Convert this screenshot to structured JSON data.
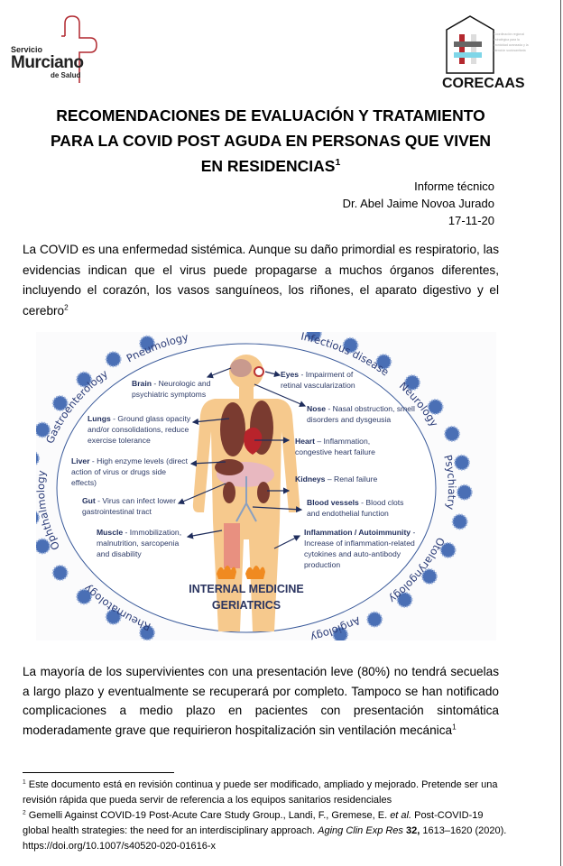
{
  "logos": {
    "sms": {
      "line1": "Servicio",
      "line2": "Murciano",
      "line3": "de Salud"
    },
    "corecaas": {
      "name": "CORECAAS",
      "subtitle": "Coordinación regional estratégica para la cronicidad avanzada y la atención sociosanitaria"
    }
  },
  "title": {
    "line1": "RECOMENDACIONES DE EVALUACIÓN Y TRATAMIENTO",
    "line2": "PARA LA COVID POST AGUDA EN PERSONAS QUE VIVEN",
    "line3": "EN RESIDENCIAS",
    "footnote_ref": "1"
  },
  "info": {
    "type": "Informe técnico",
    "author": "Dr. Abel Jaime Novoa Jurado",
    "date": "17-11-20"
  },
  "intro": {
    "text": "La COVID es una enfermedad sistémica. Aunque su daño primordial es respiratorio, las evidencias indican que el virus puede propagarse a muchos órganos diferentes, incluyendo el corazón, los vasos sanguíneos, los riñones, el aparato digestivo y el cerebro",
    "footnote_ref": "2"
  },
  "figure": {
    "specialties": [
      "Infectious disease",
      "Neurology",
      "Psychiatry",
      "Otolaryngology",
      "Angiology",
      "Rheumatology",
      "Ophthalmology",
      "Gastroenterology",
      "Pneumology"
    ],
    "labels": {
      "brain": {
        "term": "Brain",
        "desc": " - Neurologic and psychiatric symptoms"
      },
      "eyes": {
        "term": "Eyes",
        "desc": " - Impairment of retinal vascularization"
      },
      "nose": {
        "term": "Nose",
        "desc": " - Nasal obstruction, smell disorders and dysgeusia"
      },
      "lungs": {
        "term": "Lungs",
        "desc": " - Ground glass opacity and/or consolidations, reduce exercise tolerance"
      },
      "heart": {
        "term": "Heart",
        "desc": " – Inflammation, congestive heart failure"
      },
      "liver": {
        "term": "Liver",
        "desc": " - High enzyme levels (direct action of virus or drugs side effects)"
      },
      "kidneys": {
        "term": "Kidneys",
        "desc": " – Renal failure"
      },
      "gut": {
        "term": "Gut",
        "desc": " - Virus can infect lower gastrointestinal tract"
      },
      "vessels": {
        "term": "Blood vessels",
        "desc": " - Blood clots and endothelial function"
      },
      "muscle": {
        "term": "Muscle",
        "desc": " - Immobilization, malnutrition, sarcopenia and disability"
      },
      "inflammation": {
        "term": "Inflammation / Autoimmunity",
        "desc": " - Increase of inflammation-related cytokines and auto-antibody production"
      }
    },
    "center_line1": "INTERNAL MEDICINE",
    "center_line2": "GERIATRICS",
    "colors": {
      "skin": "#f6c98d",
      "ring": "#3a5a9a",
      "virus": "#4a6fb5",
      "text": "#2b3560"
    }
  },
  "summary": {
    "text": "La mayoría de los supervivientes con una presentación leve (80%) no tendrá secuelas a largo plazo y eventualmente se recuperará por completo. Tampoco se han notificado complicaciones a medio plazo en pacientes con presentación sintomática moderadamente grave que requirieron hospitalización sin ventilación mecánica",
    "footnote_ref": "1"
  },
  "footnotes": [
    {
      "num": "1",
      "text": "Este documento está en revisión continua y puede ser modificado, ampliado y mejorado. Pretende ser una revisión rápida que pueda servir de referencia a los equipos sanitarios residenciales"
    },
    {
      "num": "2",
      "text_a": "Gemelli Against COVID-19 Post-Acute Care Study Group., Landi, F., Gremese, E. ",
      "etal": "et al.",
      "text_b": " Post-COVID-19 global health strategies: the need for an interdisciplinary approach. ",
      "journal": "Aging Clin Exp Res",
      "volume": "32,",
      "text_c": " 1613–1620 (2020). https://doi.org/10.1007/s40520-020-01616-x"
    }
  ]
}
